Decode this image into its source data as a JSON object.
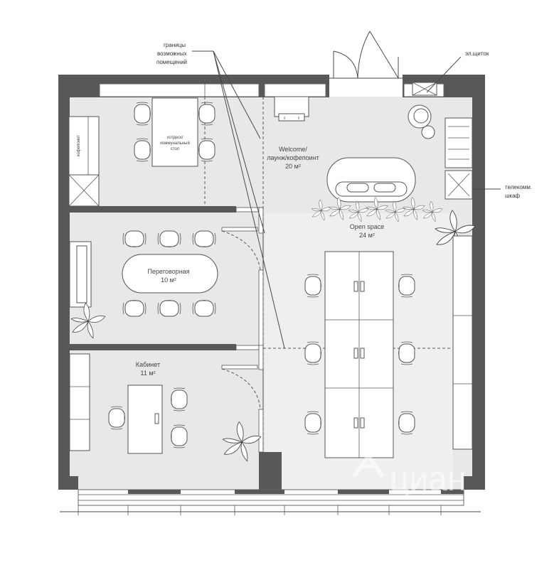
{
  "annotations": {
    "room_boundaries": [
      "границы",
      "возможных",
      "помещений"
    ],
    "electrical_panel": "эл.щиток",
    "telecom_cabinet": [
      "телекомм.",
      "шкаф"
    ]
  },
  "rooms": {
    "welcome": {
      "name": "Welcome/",
      "subtitle": "лаунж/кофепоинт",
      "area": "20 м²"
    },
    "open_space": {
      "name": "Open space",
      "area": "24 м²"
    },
    "meeting": {
      "name": "Переговорная",
      "area": "10 м²"
    },
    "office": {
      "name": "Кабинет",
      "area": "11 м²"
    }
  },
  "furniture_labels": {
    "hot_desk": [
      "хотдеск/",
      "коммунальный",
      "стол"
    ],
    "coffee_point": "кофепоинт"
  },
  "watermark": "циан",
  "colors": {
    "wall": "#58585a",
    "floor": "#e8e8e8",
    "line": "#4a4a4a"
  }
}
